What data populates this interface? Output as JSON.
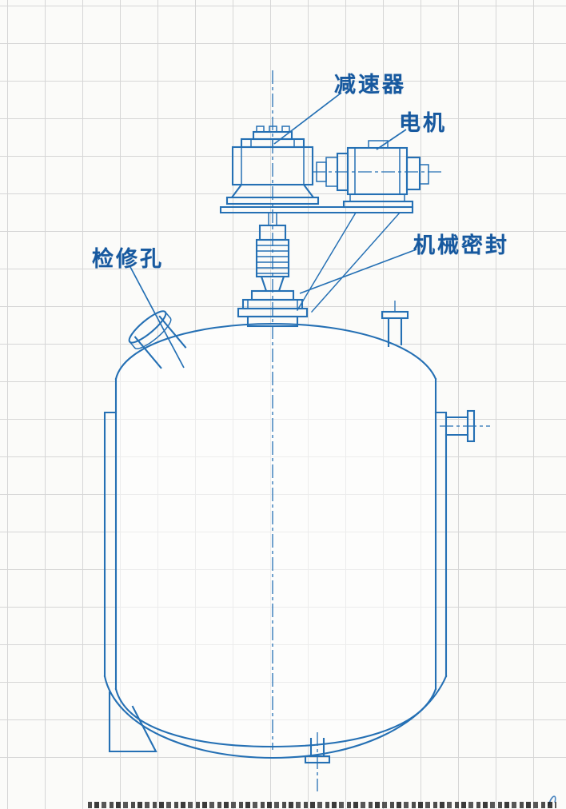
{
  "labels": {
    "reducer": "减速器",
    "motor": "电机",
    "mechanical_seal": "机械密封",
    "inspection_hole": "检修孔"
  },
  "colors": {
    "line": "#2570b4",
    "label": "#17599f",
    "grid": "#d6d6d6",
    "paper": "#fbfbf9"
  }
}
